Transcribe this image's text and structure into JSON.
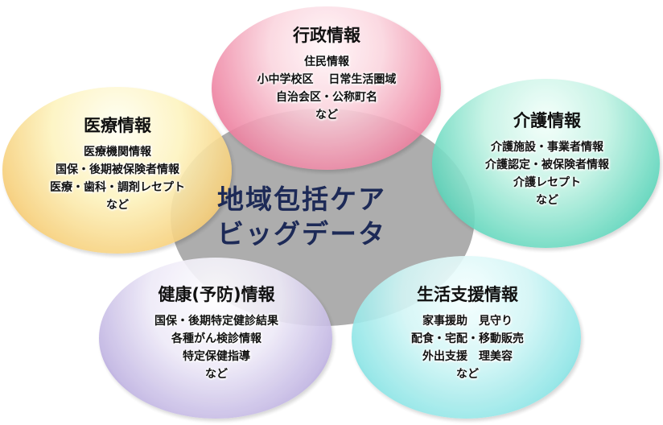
{
  "center": {
    "line1": "地域包括ケア",
    "line2": "ビッグデータ"
  },
  "categories": [
    {
      "key": "gyosei",
      "title": "行政情報",
      "items": [
        "住民情報",
        "小中学校区　 日常生活圏域",
        "自治会区・公称町名",
        "など"
      ]
    },
    {
      "key": "iryo",
      "title": "医療情報",
      "items": [
        "医療機関情報",
        "国保・後期被保険者情報",
        "医療・歯科・調剤レセプト",
        "など"
      ]
    },
    {
      "key": "kaigo",
      "title": "介護情報",
      "items": [
        "介護施設・事業者情報",
        "介護認定・被保険者情報",
        "介護レセプト",
        "など"
      ]
    },
    {
      "key": "kenko",
      "title": "健康(予防)情報",
      "items": [
        "国保・後期特定健診結果",
        "各種がん検診情報",
        "特定保健指導",
        "など"
      ]
    },
    {
      "key": "seikatsu",
      "title": "生活支援情報",
      "items": [
        "家事援助　見守り",
        "配食・宅配・移動販売",
        "外出支援　理美容",
        "など"
      ]
    }
  ]
}
